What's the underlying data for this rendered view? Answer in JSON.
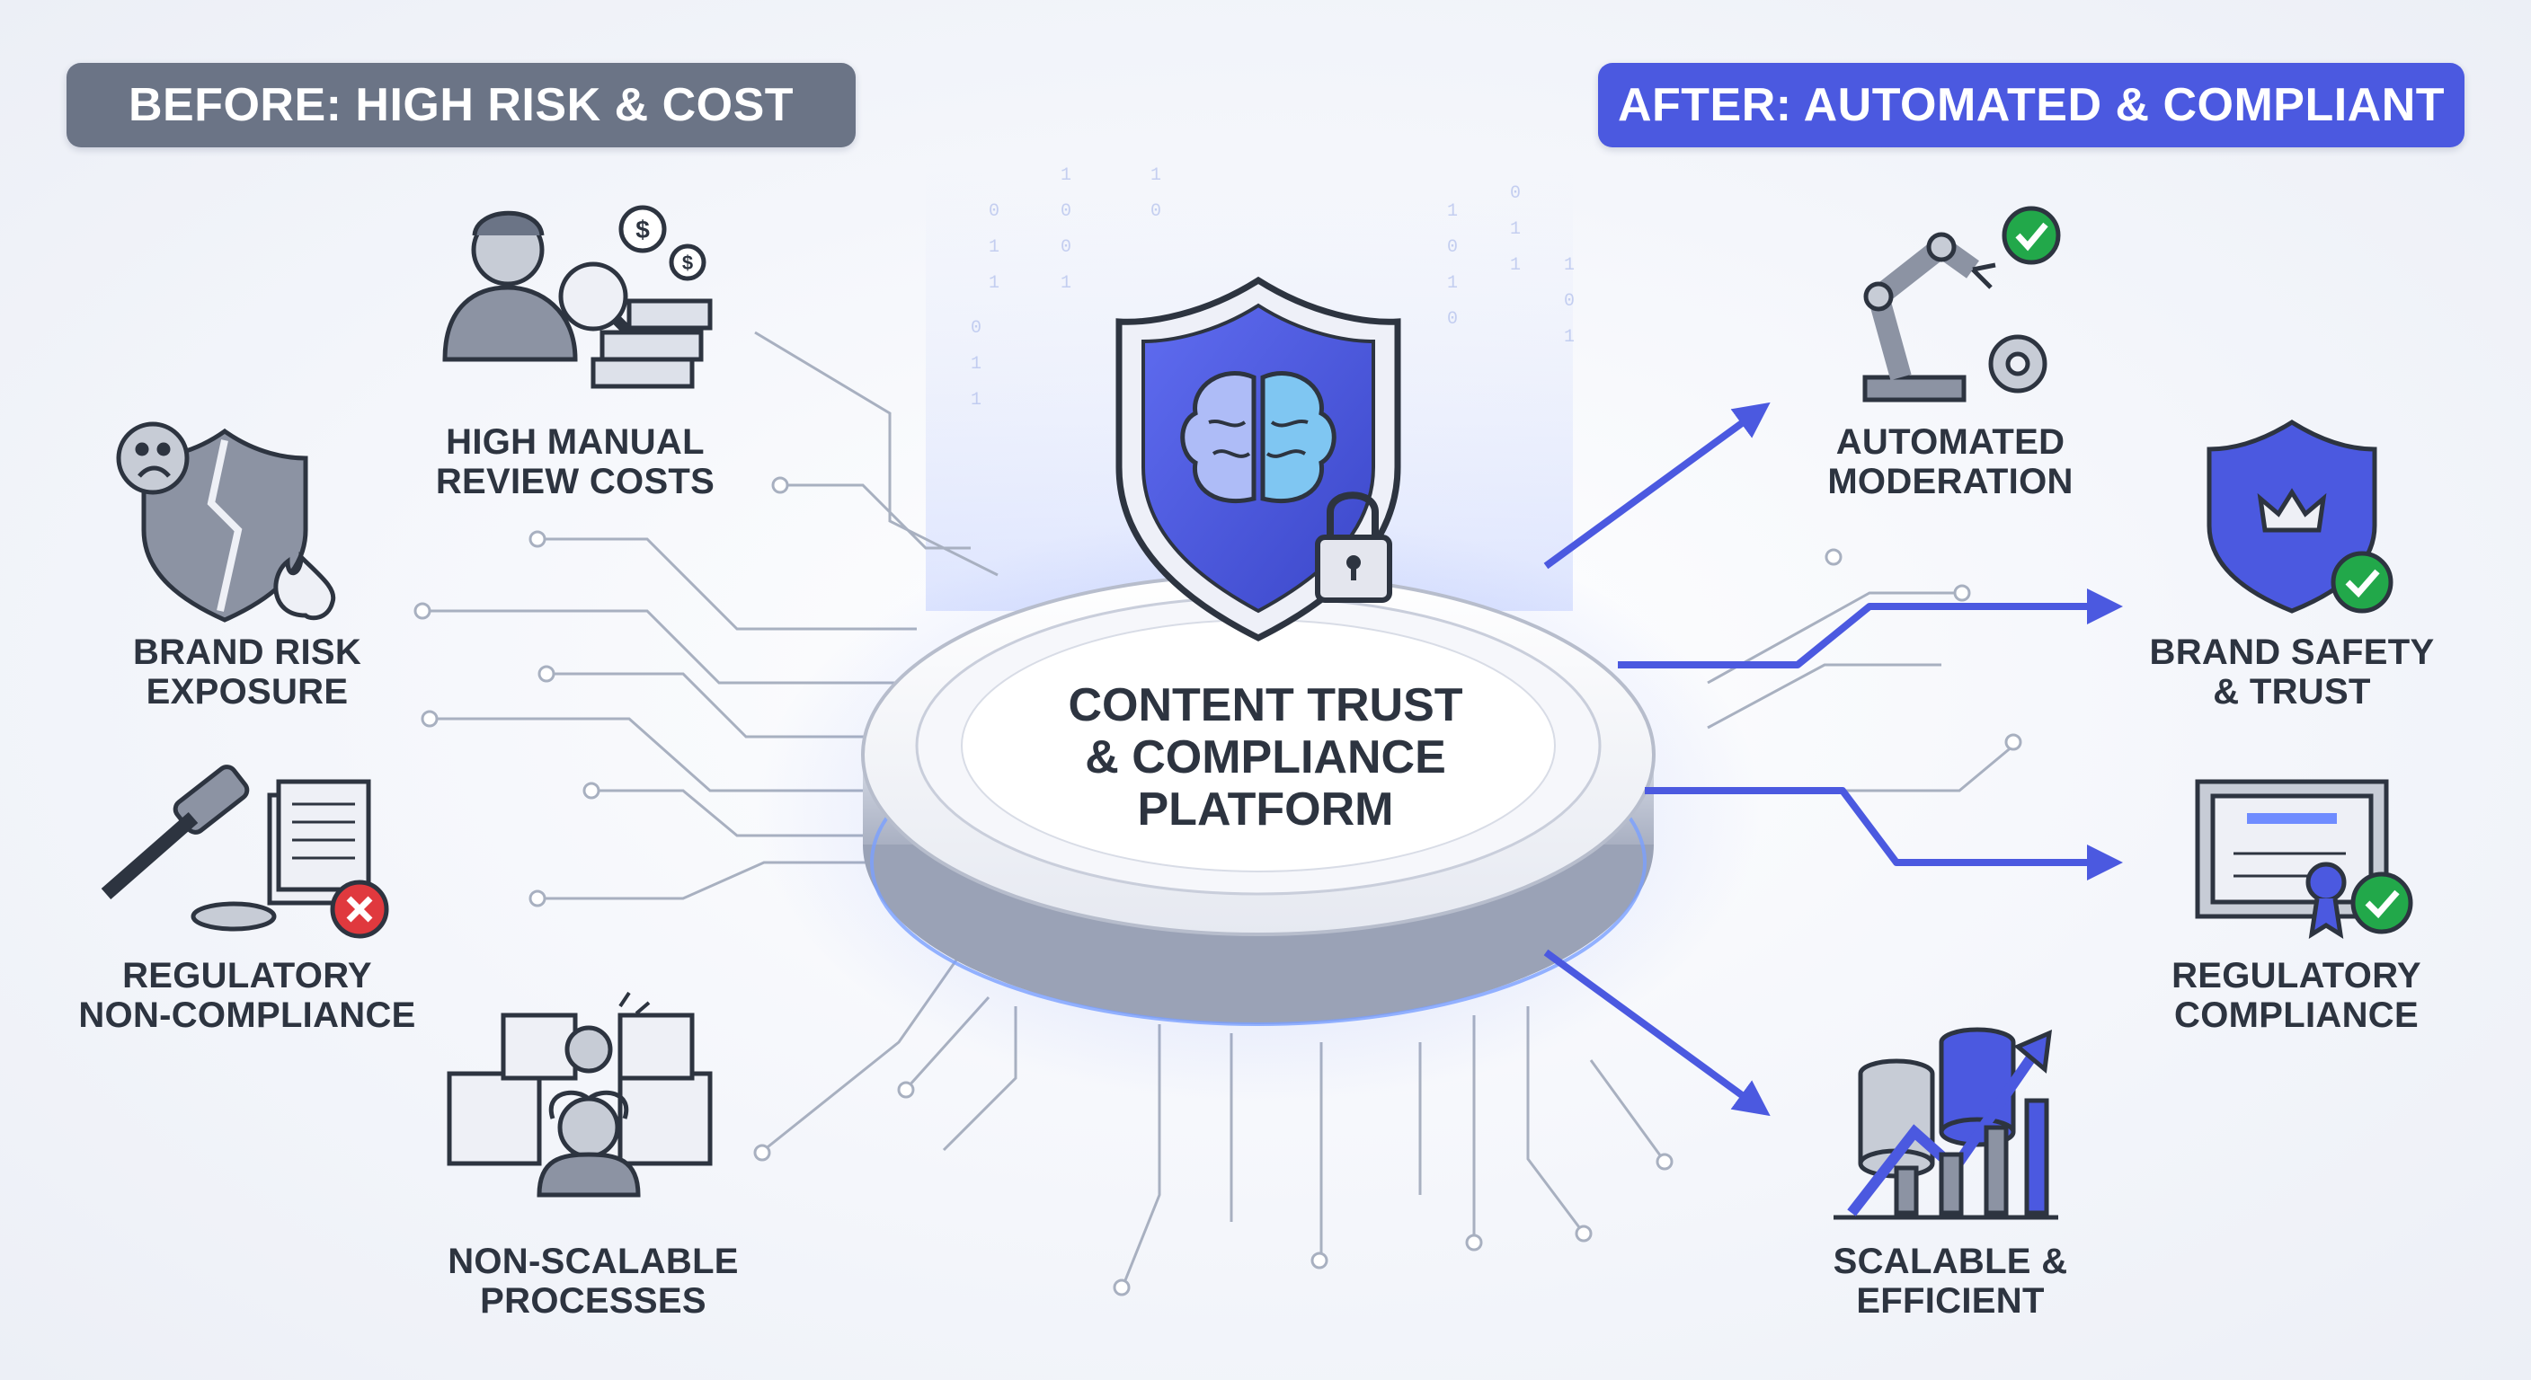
{
  "headers": {
    "before": "BEFORE: HIGH RISK & COST",
    "after": "AFTER: AUTOMATED & COMPLIANT"
  },
  "colors": {
    "before_header": "#6b7486",
    "after_header": "#4b59e0",
    "accent_blue": "#4b59e0",
    "check_green": "#22a84a",
    "error_red": "#e0393e",
    "icon_gray": "#7d8594",
    "label_text": "#2d3440"
  },
  "center": {
    "line1": "CONTENT TRUST",
    "line2": "& COMPLIANCE",
    "line3": "PLATFORM"
  },
  "before_items": [
    {
      "line1": "HIGH MANUAL",
      "line2": "REVIEW COSTS",
      "icon": "reviewer-with-money-icon"
    },
    {
      "line1": "BRAND RISK",
      "line2": "EXPOSURE",
      "icon": "broken-shield-fire-icon"
    },
    {
      "line1": "REGULATORY",
      "line2": "NON-COMPLIANCE",
      "icon": "gavel-documents-x-icon"
    },
    {
      "line1": "NON-SCALABLE",
      "line2": "PROCESSES",
      "icon": "overwhelmed-worker-icon"
    }
  ],
  "after_items": [
    {
      "line1": "AUTOMATED",
      "line2": "MODERATION",
      "icon": "robot-arm-gear-check-icon"
    },
    {
      "line1": "BRAND SAFETY",
      "line2": "& TRUST",
      "icon": "crown-shield-check-icon"
    },
    {
      "line1": "REGULATORY",
      "line2": "COMPLIANCE",
      "icon": "certificate-check-icon"
    },
    {
      "line1": "SCALABLE &",
      "line2": "EFFICIENT",
      "icon": "database-growth-chart-icon"
    }
  ]
}
